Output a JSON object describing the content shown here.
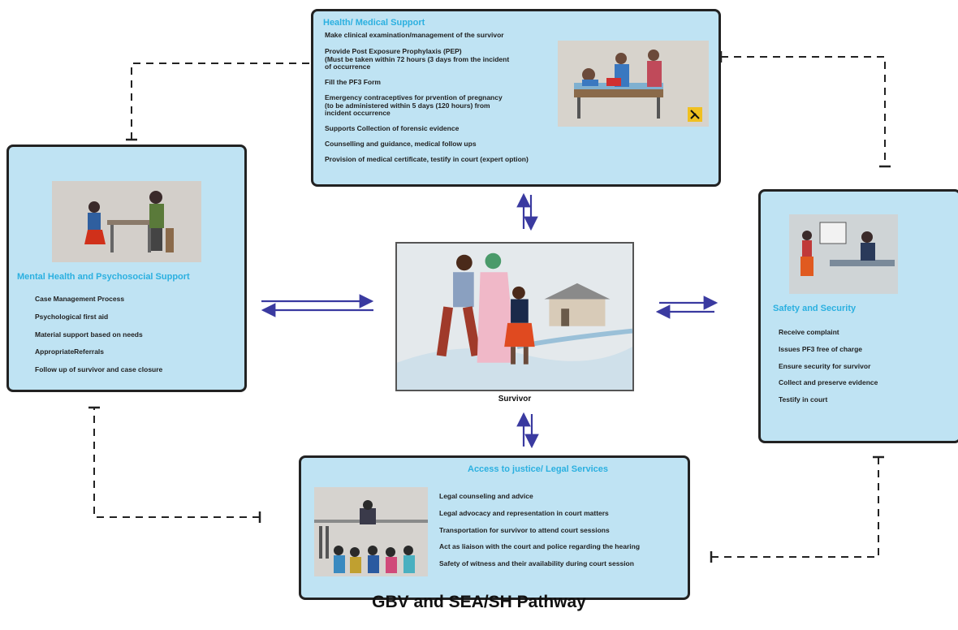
{
  "title": "GBV and SEA/SH Pathway",
  "center": {
    "label": "Survivor"
  },
  "health": {
    "title": "Health/ Medical Support",
    "items": [
      "Make clinical examination/management of the survivor",
      "Provide Post Exposure Prophylaxis (PEP)\n(Must be taken within 72 hours (3 days from the incident\n of occurrence",
      "Fill the PF3 Form",
      "Emergency contraceptives for prvention of pregnancy\n(to be administered within 5 days (120 hours) from\nincident occurrence",
      "Supports Collection of forensic evidence",
      "Counselling and guidance, medical follow ups",
      "Provision of medical certificate, testify in court (expert option)"
    ]
  },
  "mental": {
    "title": "Mental Health and Psychosocial Support",
    "items": [
      "Case Management Process",
      "Psychological first aid",
      "Material support based on needs",
      "AppropriateReferrals",
      "Follow up of survivor and case closure"
    ]
  },
  "safety": {
    "title": "Safety and Security",
    "items": [
      "Receive complaint",
      "Issues PF3 free of charge",
      "Ensure security for survivor",
      "Collect and preserve evidence",
      "Testify in court"
    ]
  },
  "legal": {
    "title": "Access to justice/ Legal Services",
    "items": [
      "Legal counseling and advice",
      "Legal advocacy and representation in court matters",
      "Transportation for survivor to attend court sessions",
      "Act as liaison with the court and police regarding the hearing",
      "Safety of witness and their availability during court session"
    ]
  },
  "colors": {
    "box_fill": "#bfe3f3",
    "title_blue": "#2bb0e0",
    "arrow_blue": "#3a3aa0",
    "border": "#222222"
  }
}
